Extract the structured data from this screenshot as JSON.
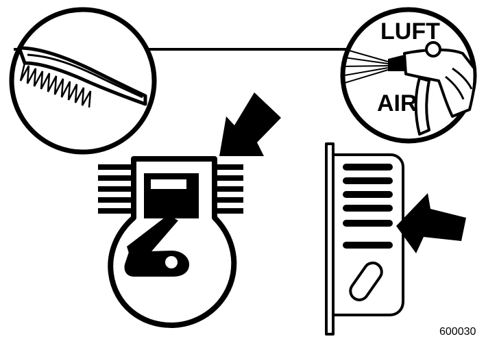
{
  "labels": {
    "air_german": "LUFT",
    "air_english": "AIR",
    "figure_code": "600030"
  },
  "icons": [
    "wire-brush-icon",
    "air-gun-icon",
    "arrow-icon",
    "engine-cylinder-icon",
    "air-filter-icon"
  ],
  "colors": {
    "ink": "#000000",
    "paper": "#ffffff"
  }
}
